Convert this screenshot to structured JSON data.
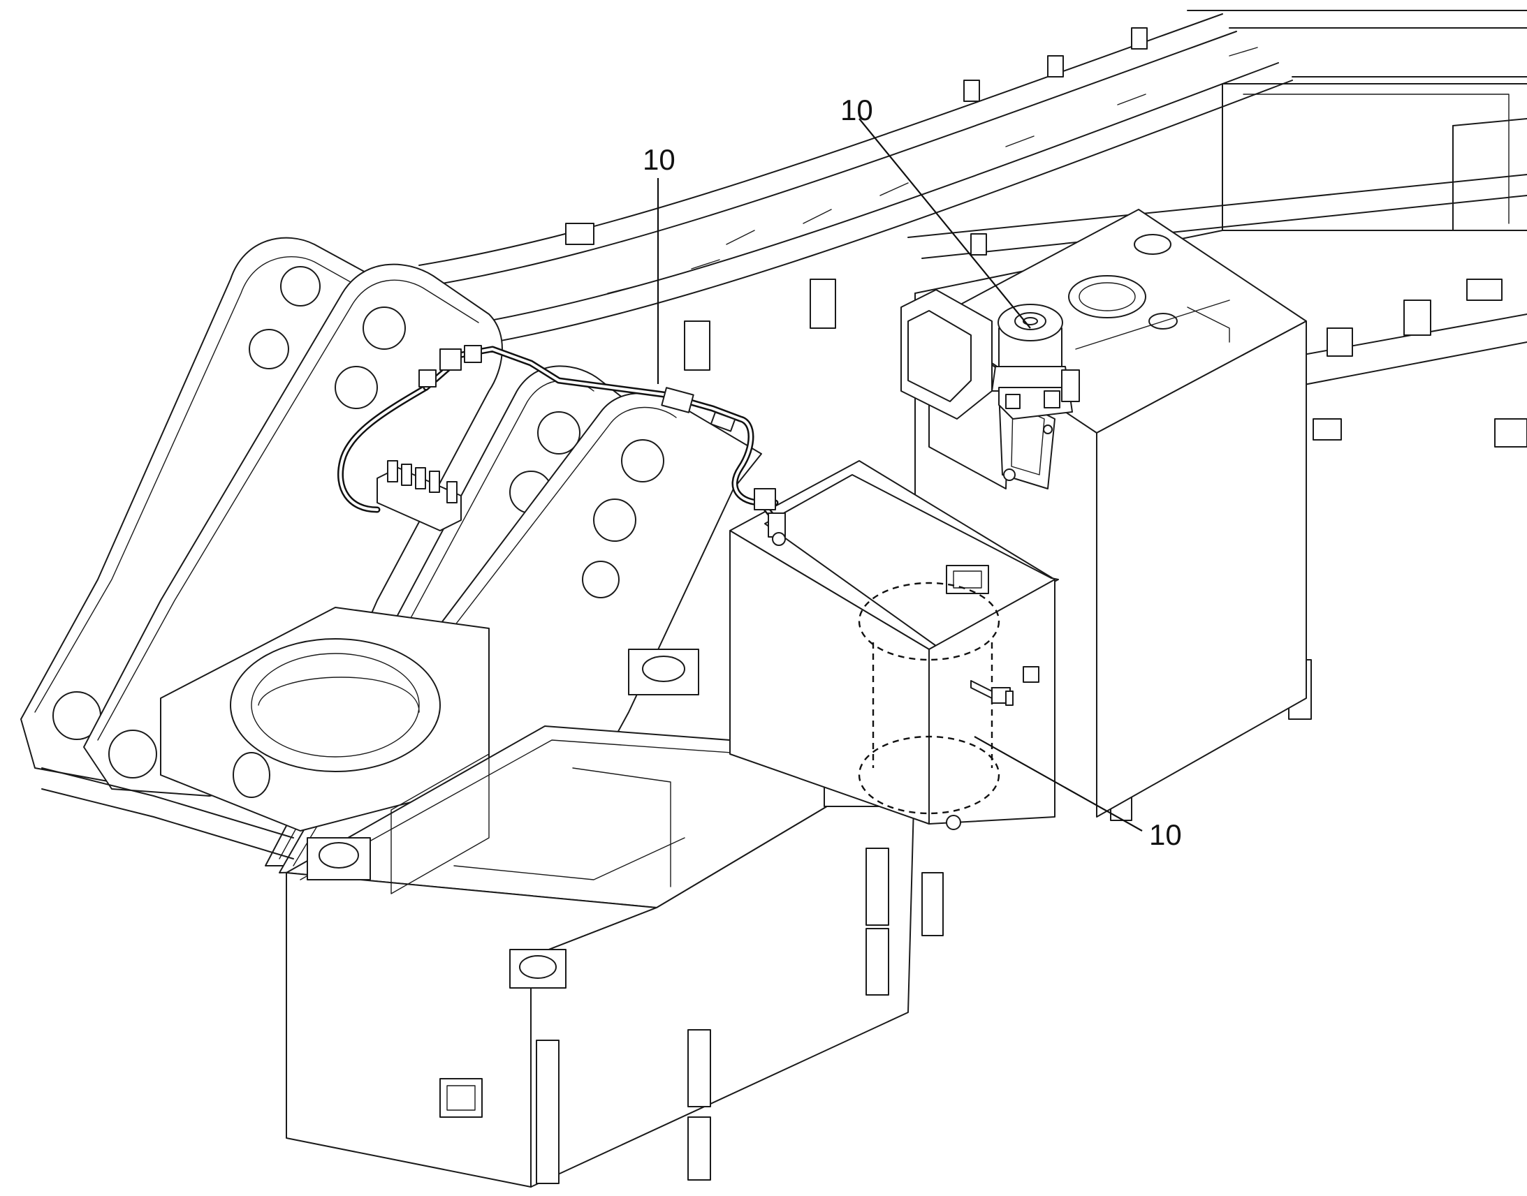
{
  "callouts": [
    {
      "id": "callout-top-center",
      "text": "10"
    },
    {
      "id": "callout-top-right",
      "text": "10"
    },
    {
      "id": "callout-right",
      "text": "10"
    }
  ]
}
